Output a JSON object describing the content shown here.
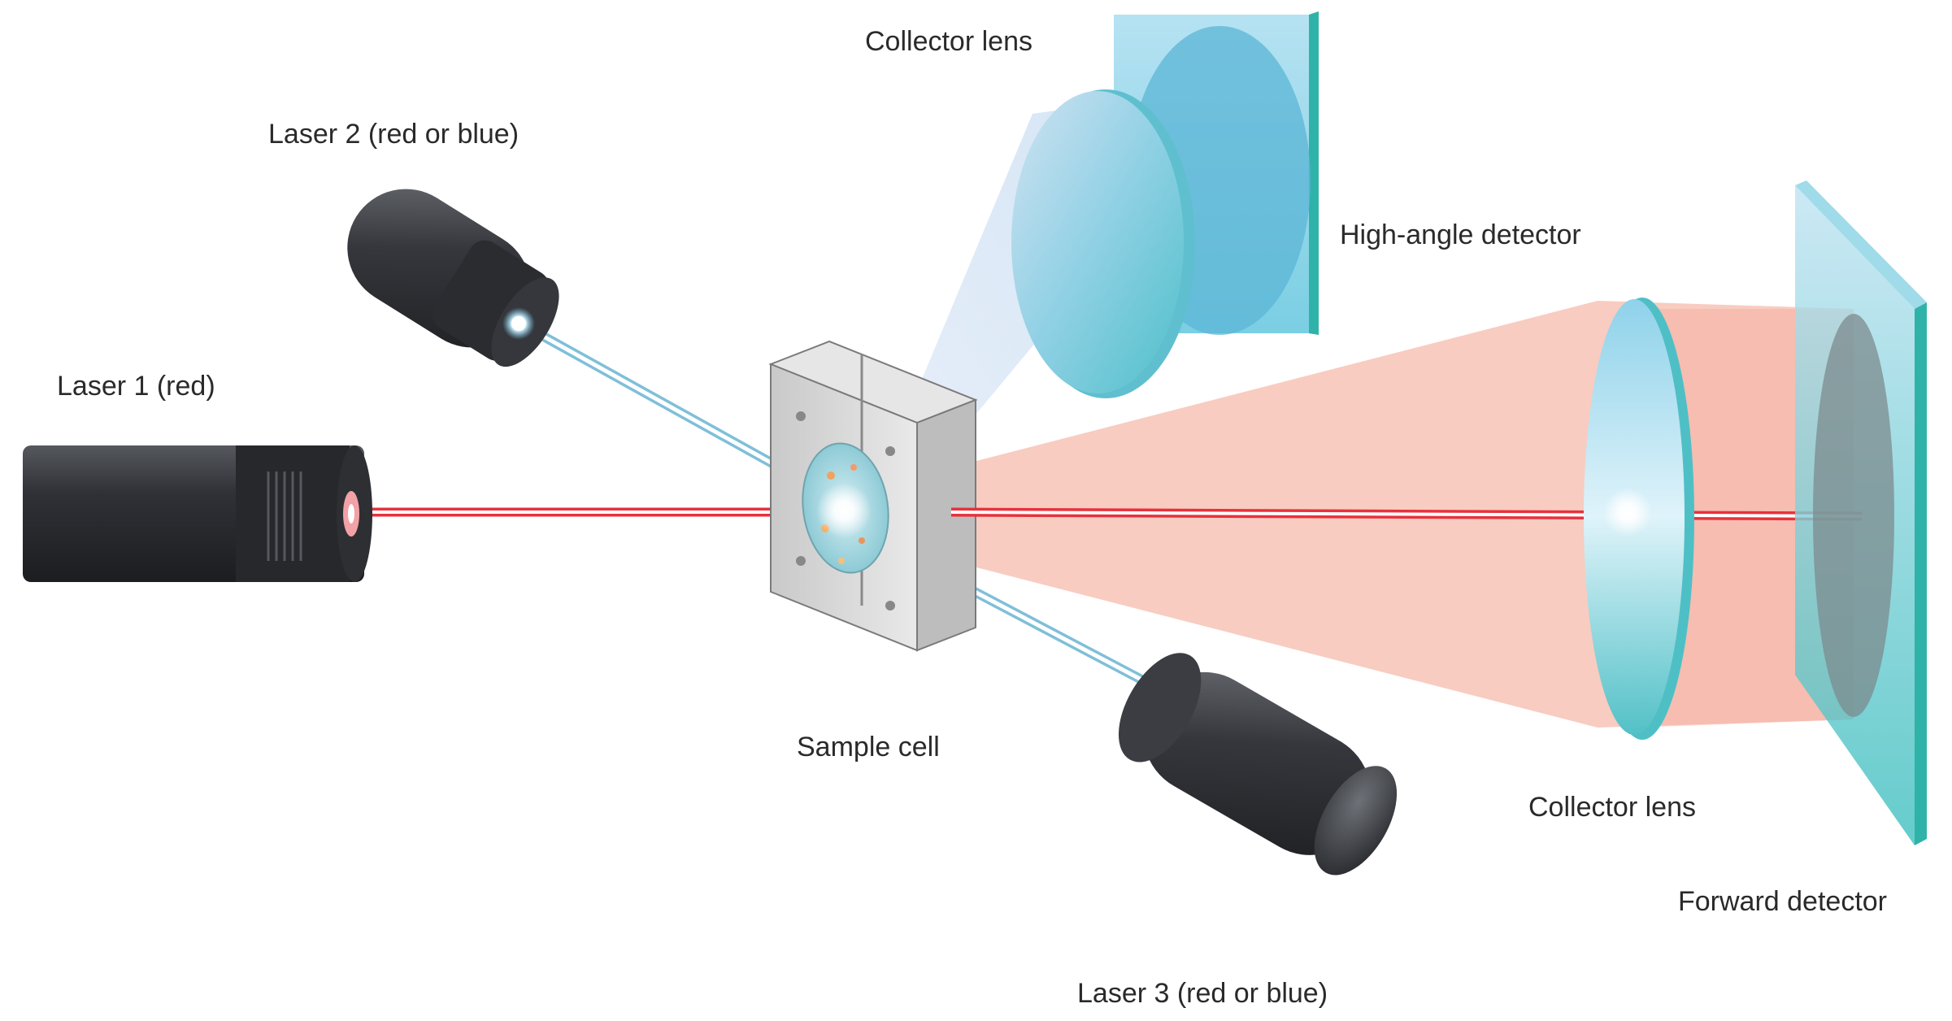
{
  "labels": {
    "laser1": "Laser 1 (red)",
    "laser2": "Laser 2 (red or blue)",
    "laser3": "Laser 3 (red or blue)",
    "sample_cell": "Sample cell",
    "collector_lens_top": "Collector lens",
    "high_angle_detector": "High-angle detector",
    "collector_lens_right": "Collector lens",
    "forward_detector": "Forward detector"
  },
  "colors": {
    "laser_body": "#2b2d31",
    "red_beam": "#e8313c",
    "blue_beam": "#9fd3ea",
    "scatter_cone": "#f6b6a8",
    "lens": "#7fcfe0",
    "detector": "#8ed2e6",
    "sample_cell": "#d9d9d9"
  }
}
